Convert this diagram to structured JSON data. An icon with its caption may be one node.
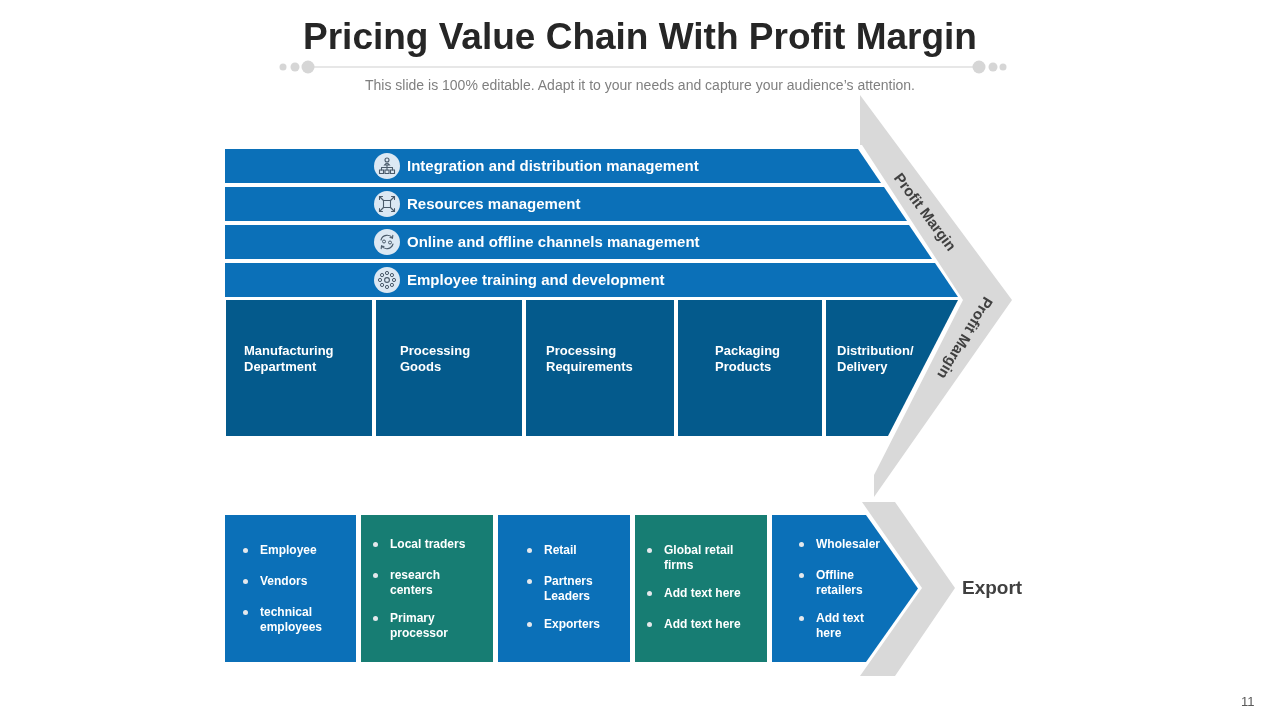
{
  "diagram": {
    "title": "Pricing Value Chain With Profit Margin",
    "nodes": [
      {
        "text": [
          "Integration and distribution management"
        ]
      },
      {
        "text": [
          "Resources management"
        ]
      },
      {
        "text": [
          "Online and offline channels management"
        ]
      },
      {
        "text": [
          "Employee training and development"
        ]
      },
      {
        "text": [
          "Manufacturing Department"
        ]
      },
      {
        "text": [
          "Processing Goods"
        ]
      },
      {
        "text": [
          "Processing Requirements"
        ]
      },
      {
        "text": [
          "Packaging Products"
        ]
      },
      {
        "text": [
          "Distribution/ Delivery"
        ]
      },
      {
        "text": [
          "Profit Margin",
          "Profit Margin"
        ]
      },
      {
        "text": [
          "Employee",
          "Vendors",
          "technical employees"
        ]
      },
      {
        "text": [
          "Local traders",
          "research centers",
          "Primary processor"
        ]
      },
      {
        "text": [
          "Retail",
          "Partners Leaders",
          "Exporters"
        ]
      },
      {
        "text": [
          "Global retail firms",
          "Add text here",
          "Add text here"
        ]
      },
      {
        "text": [
          "Wholesaler",
          "Offline retailers",
          "Add text here"
        ]
      },
      {
        "text": [
          "Export"
        ]
      }
    ],
    "labels": [
      "This slide is 100% editable. Adapt it to your needs and capture your audience’s attention.",
      "11"
    ]
  }
}
